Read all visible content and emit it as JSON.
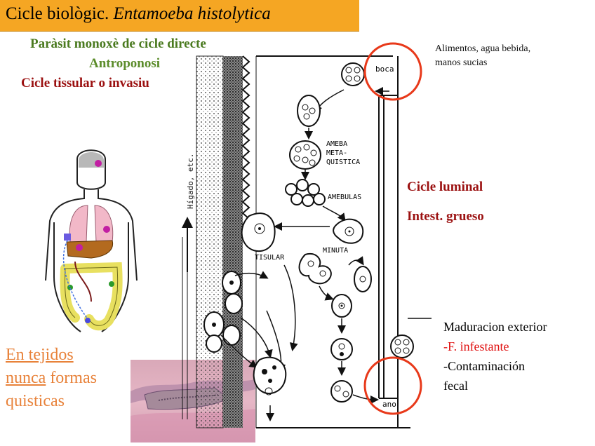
{
  "title": {
    "prefix": "Cicle biològic.",
    "species": "Entamoeba histolytica"
  },
  "left_labels": {
    "line1": "Paràsit monoxè de cicle directe",
    "line2": "Antroponosi",
    "line3": "Cicle tissular o invasiu"
  },
  "top_note": {
    "line1": "Alimentos, agua bebida,",
    "line2": "manos sucias"
  },
  "right_labels": {
    "luminal": "Cicle luminal",
    "intest": "Intest. grueso"
  },
  "bottom_right": {
    "line1": "Maduracion exterior",
    "line2": "-F. infestante",
    "line3": "-Contaminación",
    "line4": "fecal"
  },
  "bottom_left": {
    "w1": "En tejidos",
    "w2": "nunca",
    "w3": "formas",
    "w4": "quisticas"
  },
  "diagram_labels": {
    "boca": "boca",
    "ano": "ano",
    "ameba1": "AMEBA",
    "ameba2": "METAQUISTICA",
    "ameba2a": "META-",
    "ameba2b": "QUISTICA",
    "amebulas": "AMEBULAS",
    "tisular": "TISULAR",
    "minuta": "MINUTA",
    "higado": "Hígado, etc."
  },
  "colors": {
    "title_bg": "#f5a623",
    "highlight_circle": "#e8391a",
    "dark_red": "#9b1111",
    "green": "#4a7a1f",
    "orange_text": "#e8823a"
  }
}
